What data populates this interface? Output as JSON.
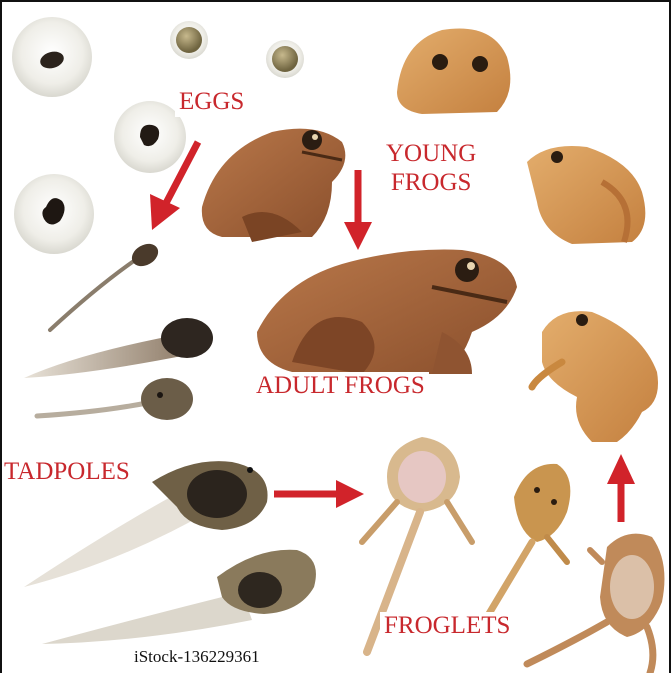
{
  "labels": {
    "eggs": "EGGS",
    "young_frogs_line1": "YOUNG",
    "young_frogs_line2": "FROGS",
    "adult_frogs": "ADULT FROGS",
    "tadpoles": "TADPOLES",
    "froglets": "FROGLETS"
  },
  "credit": "iStock-136229361",
  "colors": {
    "label_red": "#c8282d",
    "arrow_red": "#d1232a",
    "frog_brown": "#a9683d",
    "frog_orange": "#d59a55",
    "egg_jelly": "#ecebe5",
    "tadpole_dark": "#3c3127"
  }
}
